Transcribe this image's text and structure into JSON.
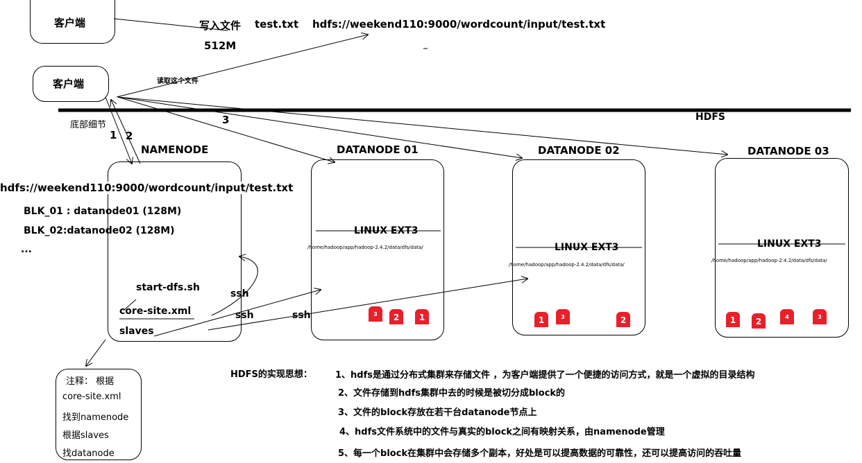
{
  "top_client": {
    "label": "客户端"
  },
  "write_label": "写入文件",
  "write_file": "test.txt",
  "write_path": "hdfs://weekend110:9000/wordcount/input/test.txt",
  "write_size": "512M",
  "client2": {
    "label": "客户端"
  },
  "read_label": "读取这个文件",
  "hdfs_label": "HDFS",
  "detail_label": "底部细节",
  "step_1": "1",
  "step_2": "2",
  "step_3": "3",
  "namenode": {
    "title": "NAMENODE",
    "path": "hdfs://weekend110:9000/wordcount/input/test.txt",
    "blk1": "BLK_01 : datanode01 (128M)",
    "blk2": "BLK_02:datanode02  (128M)",
    "more": "...",
    "start": "start-dfs.sh",
    "core": "core-site.xml",
    "slaves": "slaves"
  },
  "ssh1": "ssh",
  "ssh2": "ssh",
  "ssh3": "ssh",
  "datanodes": [
    {
      "title": "DATANODE  01",
      "fs": "LINUX EXT3",
      "path": "/home/hadoop/app/hadoop-2.4.2/data/dfs/data/",
      "blocks": [
        "3",
        "2",
        "1"
      ]
    },
    {
      "title": "DATANODE  02",
      "fs": "LINUX EXT3",
      "path": "/home/hadoop/app/hadoop-2.4.2/data/dfs/data/",
      "blocks": [
        "1",
        "3",
        "2"
      ]
    },
    {
      "title": "DATANODE  03",
      "fs": "LINUX EXT3",
      "path": "/home/hadoop/app/hadoop-2.4.2/data/dfs/data/",
      "blocks": [
        "1",
        "2",
        "4",
        "3"
      ]
    }
  ],
  "note": {
    "line1": "注释：  根据",
    "line2": "core-site.xml",
    "line3": "找到namenode",
    "line4": "根据slaves",
    "line5": "找datanode"
  },
  "principles": {
    "heading": "HDFS的实现思想：",
    "p1": "1、hdfs是通过分布式集群来存储文件 ，为客户端提供了一个便捷的访问方式，就是一个虚拟的目录结构",
    "p2": "2、文件存储到hdfs集群中去的时候是被切分成block的",
    "p3": "3、文件的block存放在若干台datanode节点上",
    "p4": "4、hdfs文件系统中的文件与真实的block之间有映射关系，由namenode管理",
    "p5": "5、每一个block在集群中会存储多个副本，好处是可以提高数据的可靠性，还可以提高访问的吞吐量"
  }
}
